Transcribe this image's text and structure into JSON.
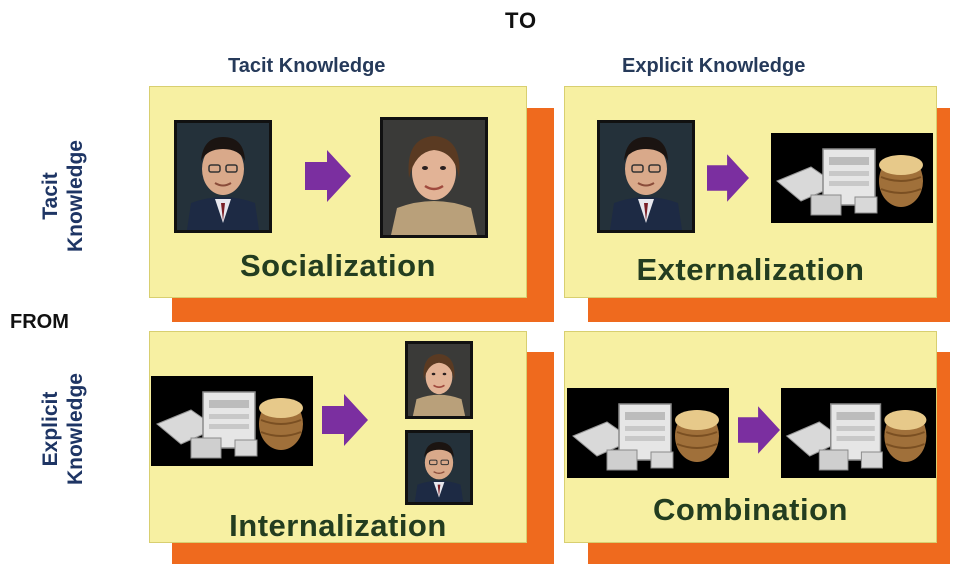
{
  "header": {
    "to": "TO",
    "from": "FROM"
  },
  "columns": [
    {
      "label": "Tacit Knowledge"
    },
    {
      "label": "Explicit Knowledge"
    }
  ],
  "rows": [
    {
      "line1": "Tacit",
      "line2": "Knowledge"
    },
    {
      "line1": "Explicit",
      "line2": "Knowledge"
    }
  ],
  "quadrants": {
    "socialization": {
      "label": "Socialization"
    },
    "externalization": {
      "label": "Externalization"
    },
    "internalization": {
      "label": "Internalization"
    },
    "combination": {
      "label": "Combination"
    }
  },
  "colors": {
    "card": "#f7f0a2",
    "shadow": "#ef6a1e",
    "arrow": "#7b2fa0",
    "heading": "#263a5a",
    "quadrant_label": "#233d20"
  },
  "icons": [
    "man-portrait-icon",
    "woman-portrait-icon",
    "documents-icon",
    "purple-arrow-icon"
  ]
}
